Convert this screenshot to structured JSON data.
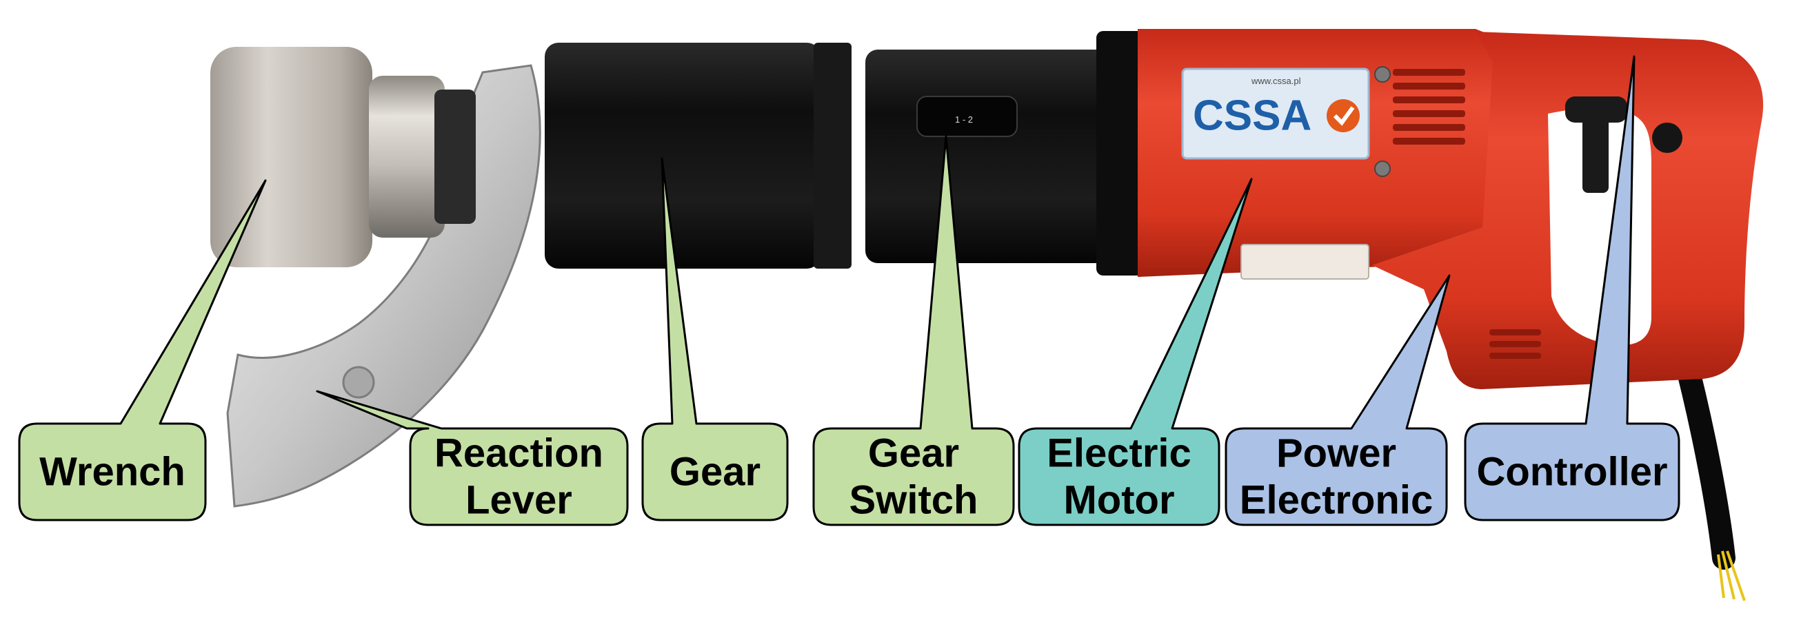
{
  "brand": {
    "logo": "CSSA",
    "url": "www.cssa.pl"
  },
  "switch_marking": "1 - 2",
  "colors": {
    "callout_green": "#c4dfa4",
    "callout_teal": "#7ccfc6",
    "callout_blue": "#abc2e6",
    "callout_outline": "#000000",
    "housing_red": "#d9321f",
    "gear_black": "#141414",
    "metal": "#c9c5bf"
  },
  "callouts": [
    {
      "id": "wrench",
      "lines": [
        "Wrench"
      ],
      "color": "callout_green"
    },
    {
      "id": "reaction-lever",
      "lines": [
        "Reaction",
        "Lever"
      ],
      "color": "callout_green"
    },
    {
      "id": "gear",
      "lines": [
        "Gear"
      ],
      "color": "callout_green"
    },
    {
      "id": "gear-switch",
      "lines": [
        "Gear",
        "Switch"
      ],
      "color": "callout_green"
    },
    {
      "id": "electric-motor",
      "lines": [
        "Electric",
        "Motor"
      ],
      "color": "callout_teal"
    },
    {
      "id": "power-electronic",
      "lines": [
        "Power",
        "Electronic"
      ],
      "color": "callout_blue"
    },
    {
      "id": "controller",
      "lines": [
        "Controller"
      ],
      "color": "callout_blue"
    }
  ]
}
